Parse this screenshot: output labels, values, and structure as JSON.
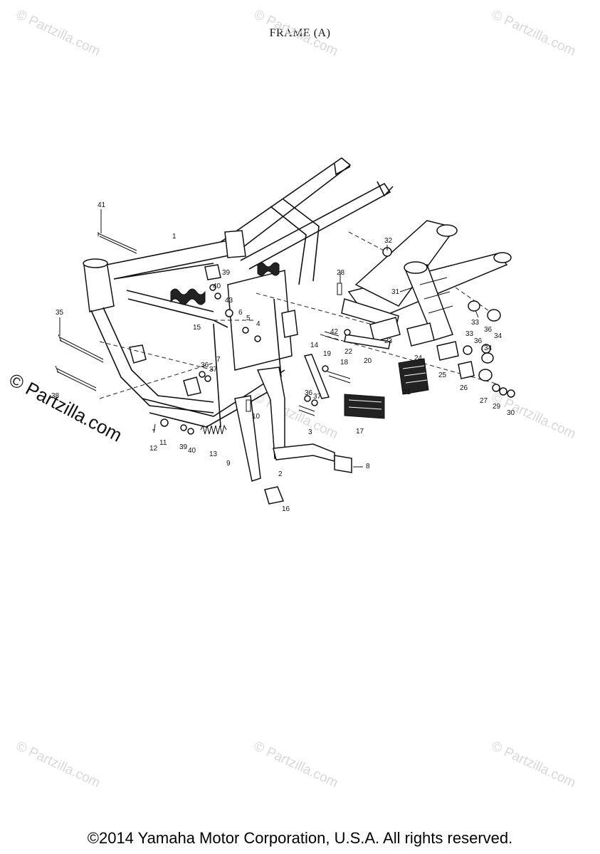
{
  "title": "FRAME (A)",
  "copyright": "©2014 Yamaha Motor Corporation, U.S.A. All rights reserved.",
  "watermark_text": "© Partzilla.com",
  "watermark_main": "© Partzilla.com",
  "callouts": {
    "p1": "1",
    "p2": "2",
    "p3": "3",
    "p4": "4",
    "p5": "5",
    "p6": "6",
    "p7": "7",
    "p8": "8",
    "p9": "9",
    "p10": "10",
    "p11": "11",
    "p12": "12",
    "p13": "13",
    "p14": "14",
    "p15": "15",
    "p16": "16",
    "p17": "17",
    "p18": "18",
    "p19": "19",
    "p20": "20",
    "p21": "21",
    "p22": "22",
    "p23": "23",
    "p24": "24",
    "p25": "25",
    "p26": "26",
    "p27": "27",
    "p28": "28",
    "p29": "29",
    "p30": "30",
    "p31": "31",
    "p32": "32",
    "p33a": "33",
    "p33b": "33",
    "p34a": "34",
    "p34b": "34",
    "p35": "35",
    "p36a": "36",
    "p36b": "36",
    "p36c": "36",
    "p36d": "36",
    "p37a": "37",
    "p37b": "37",
    "p38": "38",
    "p39a": "39",
    "p39b": "39",
    "p40a": "40",
    "p40b": "40",
    "p41": "41",
    "p42": "42",
    "p43": "43"
  }
}
